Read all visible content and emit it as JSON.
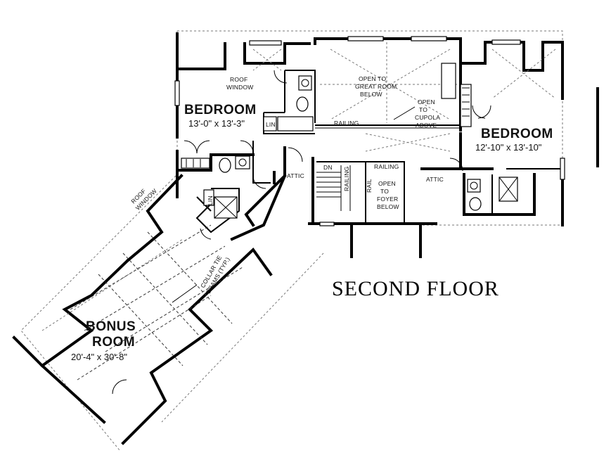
{
  "plan": {
    "title": "SECOND FLOOR"
  },
  "rooms": {
    "bedroom_left": {
      "name": "BEDROOM",
      "dims": "13'-0\" x 13'-3\""
    },
    "bedroom_right": {
      "name": "BEDROOM",
      "dims": "12'-10\" x 13'-10\""
    },
    "bonus": {
      "name_line1": "BONUS",
      "name_line2": "ROOM",
      "dims": "20'-4\" x 30'-8\""
    }
  },
  "notes": {
    "roof_window_top": [
      "ROOF",
      "WINDOW"
    ],
    "roof_window_side": [
      "ROOF",
      "WINDOW"
    ],
    "open_great_room": [
      "OPEN TO",
      "GREAT ROOM",
      "BELOW"
    ],
    "open_cupola": [
      "OPEN",
      "TO",
      "CUPOLA",
      "ABOVE"
    ],
    "railing_top": "RAILING",
    "railing_stair": "RAILING",
    "rail_vertical_1": "RAILING",
    "rail_vertical_2": "RAIL",
    "dn": "DN",
    "open_foyer": [
      "OPEN",
      "TO",
      "FOYER",
      "BELOW"
    ],
    "attic_left": "ATTIC",
    "attic_right": "ATTIC",
    "lin_top": "LIN",
    "lin_side": "LIN",
    "collar_tie": [
      "COLLAR TIE",
      "BEAMS (TYP.)"
    ]
  }
}
